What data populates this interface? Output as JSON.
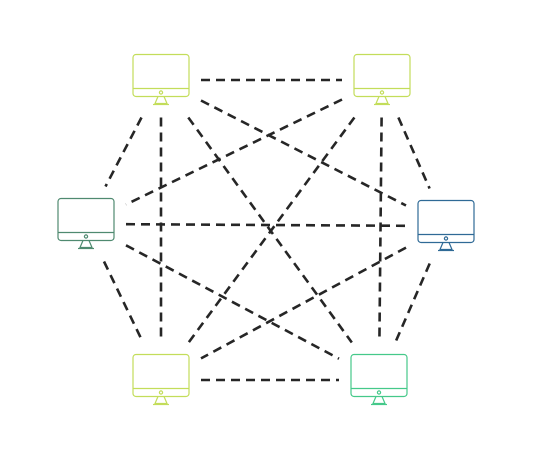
{
  "diagram": {
    "type": "full-mesh-network",
    "link_style": "dashed",
    "link_color": "#262626",
    "nodes": [
      {
        "id": "monitor-top-left",
        "icon": "desktop-monitor-icon",
        "color": "#c3dd5a"
      },
      {
        "id": "monitor-top-right",
        "icon": "desktop-monitor-icon",
        "color": "#c3dd5a"
      },
      {
        "id": "monitor-left",
        "icon": "desktop-monitor-icon",
        "color": "#4f8a70"
      },
      {
        "id": "monitor-right",
        "icon": "desktop-monitor-icon",
        "color": "#2f6a96"
      },
      {
        "id": "monitor-bottom-left",
        "icon": "desktop-monitor-icon",
        "color": "#c3dd5a"
      },
      {
        "id": "monitor-bottom-right",
        "icon": "desktop-monitor-icon",
        "color": "#45c98a"
      }
    ],
    "links": [
      [
        "monitor-top-left",
        "monitor-top-right"
      ],
      [
        "monitor-top-left",
        "monitor-left"
      ],
      [
        "monitor-top-left",
        "monitor-right"
      ],
      [
        "monitor-top-left",
        "monitor-bottom-left"
      ],
      [
        "monitor-top-left",
        "monitor-bottom-right"
      ],
      [
        "monitor-top-right",
        "monitor-left"
      ],
      [
        "monitor-top-right",
        "monitor-right"
      ],
      [
        "monitor-top-right",
        "monitor-bottom-left"
      ],
      [
        "monitor-top-right",
        "monitor-bottom-right"
      ],
      [
        "monitor-left",
        "monitor-right"
      ],
      [
        "monitor-left",
        "monitor-bottom-left"
      ],
      [
        "monitor-left",
        "monitor-bottom-right"
      ],
      [
        "monitor-right",
        "monitor-bottom-left"
      ],
      [
        "monitor-right",
        "monitor-bottom-right"
      ],
      [
        "monitor-bottom-left",
        "monitor-bottom-right"
      ]
    ]
  }
}
